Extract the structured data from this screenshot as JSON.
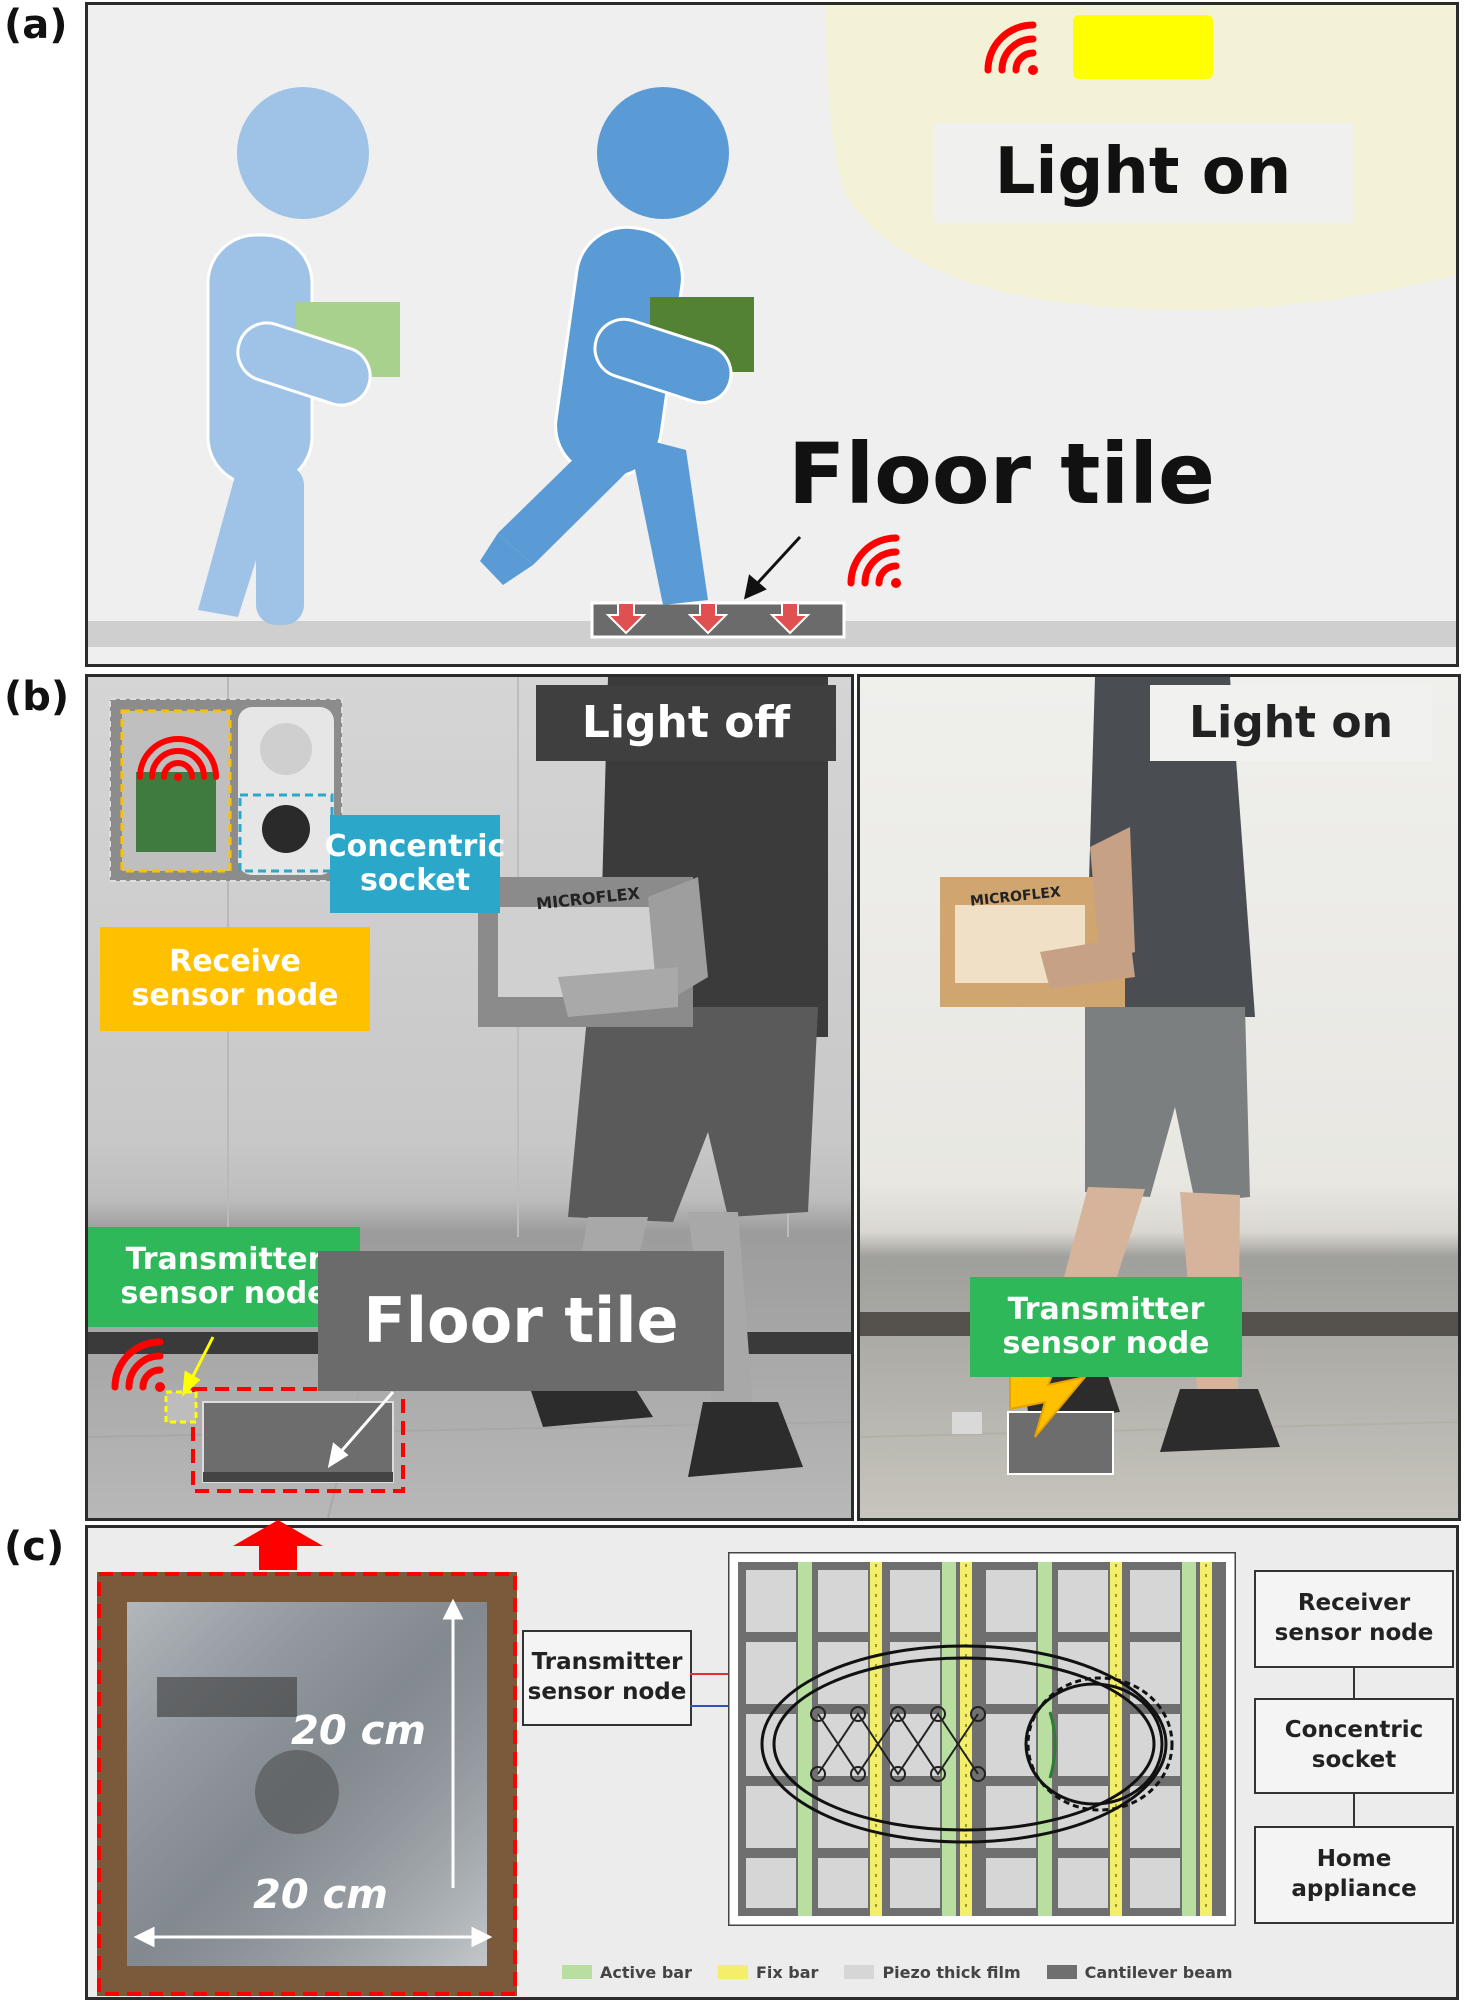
{
  "panels": {
    "a": {
      "letter": "(a)",
      "light_on_label": "Light on",
      "floor_tile_label": "Floor tile"
    },
    "b": {
      "letter": "(b)",
      "left_photo": {
        "light_status": "Light off",
        "socket_label": "Concentric socket",
        "receive_label": "Receive sensor node",
        "transmitter_label": "Transmitter sensor node",
        "floor_tile_label": "Floor tile",
        "box_brand": "MICROFLEX"
      },
      "right_photo": {
        "light_status": "Light on",
        "transmitter_label": "Transmitter sensor node",
        "box_brand": "MICROFLEX"
      }
    },
    "c": {
      "letter": "(c)",
      "dimension_vertical": "20 cm",
      "dimension_horizontal": "20 cm",
      "transmitter_box": "Transmitter sensor node",
      "flow_boxes": [
        "Receiver sensor node",
        "Concentric socket",
        "Home appliance"
      ],
      "legend": [
        {
          "label": "Active bar",
          "color": "#b9dfa0"
        },
        {
          "label": "Fix bar",
          "color": "#f3ef6a"
        },
        {
          "label": "Piezo thick film",
          "color": "#d6d6d6"
        },
        {
          "label": "Cantilever beam",
          "color": "#6f6f6f"
        }
      ]
    }
  },
  "colors": {
    "person_light": "#9fc3e7",
    "person_dark": "#5b9bd5",
    "box_light": "#a9d18e",
    "box_dark": "#548235",
    "signal_red": "#ff0000",
    "label_orange": "#ffc000",
    "label_teal": "#2ba8c9",
    "label_green": "#2fb85a",
    "light_yellow": "#ffff00",
    "light_glow": "#f3f2d6"
  }
}
